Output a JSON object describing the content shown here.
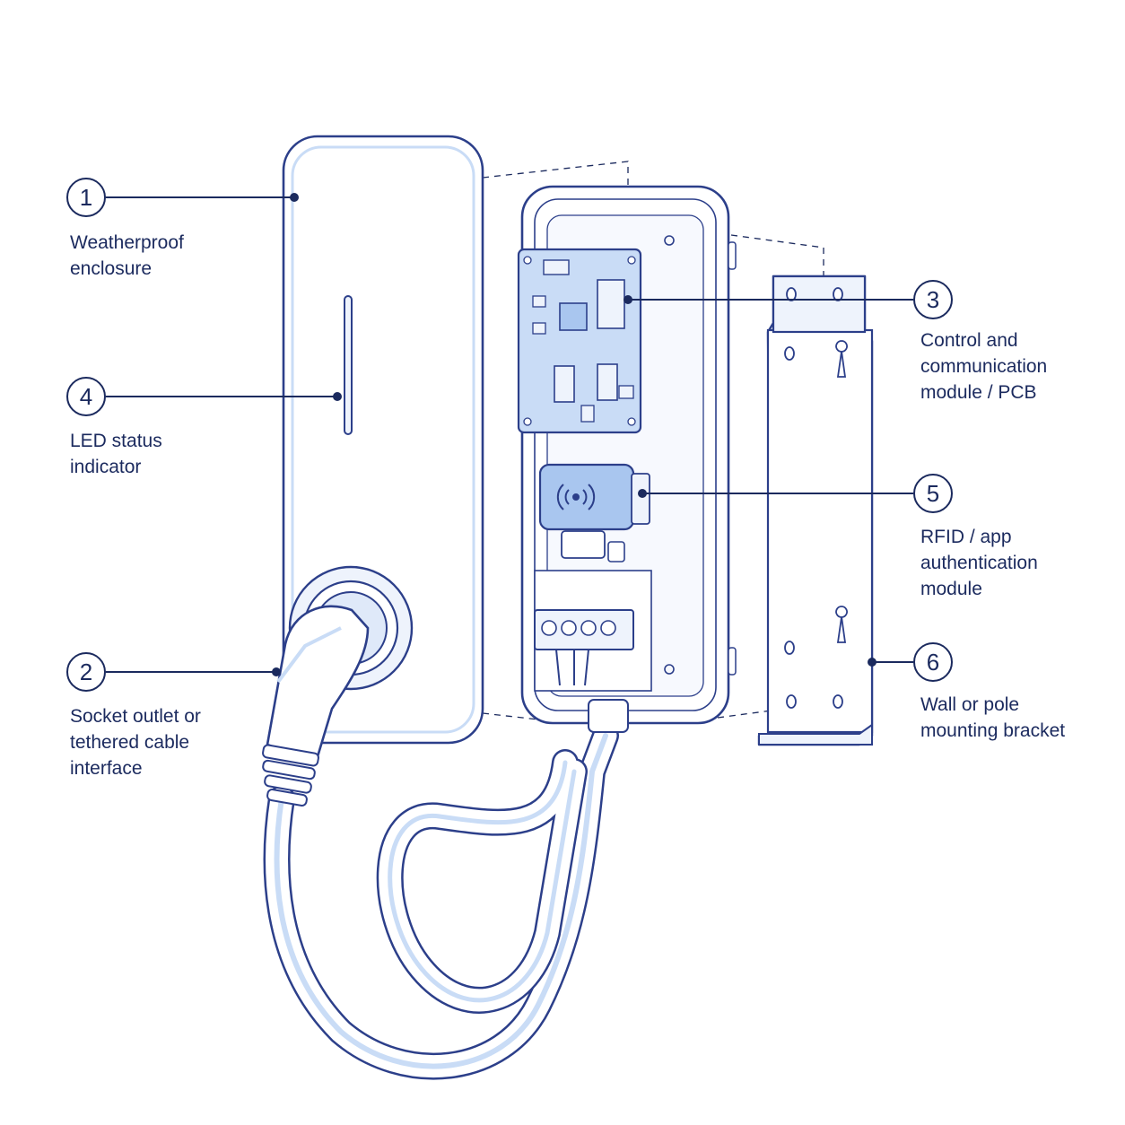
{
  "callouts": [
    {
      "id": "1",
      "number": "1",
      "lines": [
        "Weatherproof",
        "enclosure"
      ]
    },
    {
      "id": "2",
      "number": "2",
      "lines": [
        "Socket outlet or",
        "tethered cable",
        "interface"
      ]
    },
    {
      "id": "3",
      "number": "3",
      "lines": [
        "Control and",
        "communication",
        "module / PCB"
      ]
    },
    {
      "id": "4",
      "number": "4",
      "lines": [
        "LED status",
        "indicator"
      ]
    },
    {
      "id": "5",
      "number": "5",
      "lines": [
        "RFID / app",
        "authentication",
        "module"
      ]
    },
    {
      "id": "6",
      "number": "6",
      "lines": [
        "Wall or pole",
        "mounting bracket"
      ]
    }
  ],
  "colors": {
    "ink": "#1b2a5e",
    "outline": "#2c3f8a",
    "fill_light": "#eef3fc",
    "fill_blue": "#c9dcf6",
    "fill_blue_dark": "#a9c6ef",
    "background": "#ffffff"
  },
  "icons": {
    "rfid_module": "rfid-wave-icon",
    "led": "led-strip-icon"
  }
}
